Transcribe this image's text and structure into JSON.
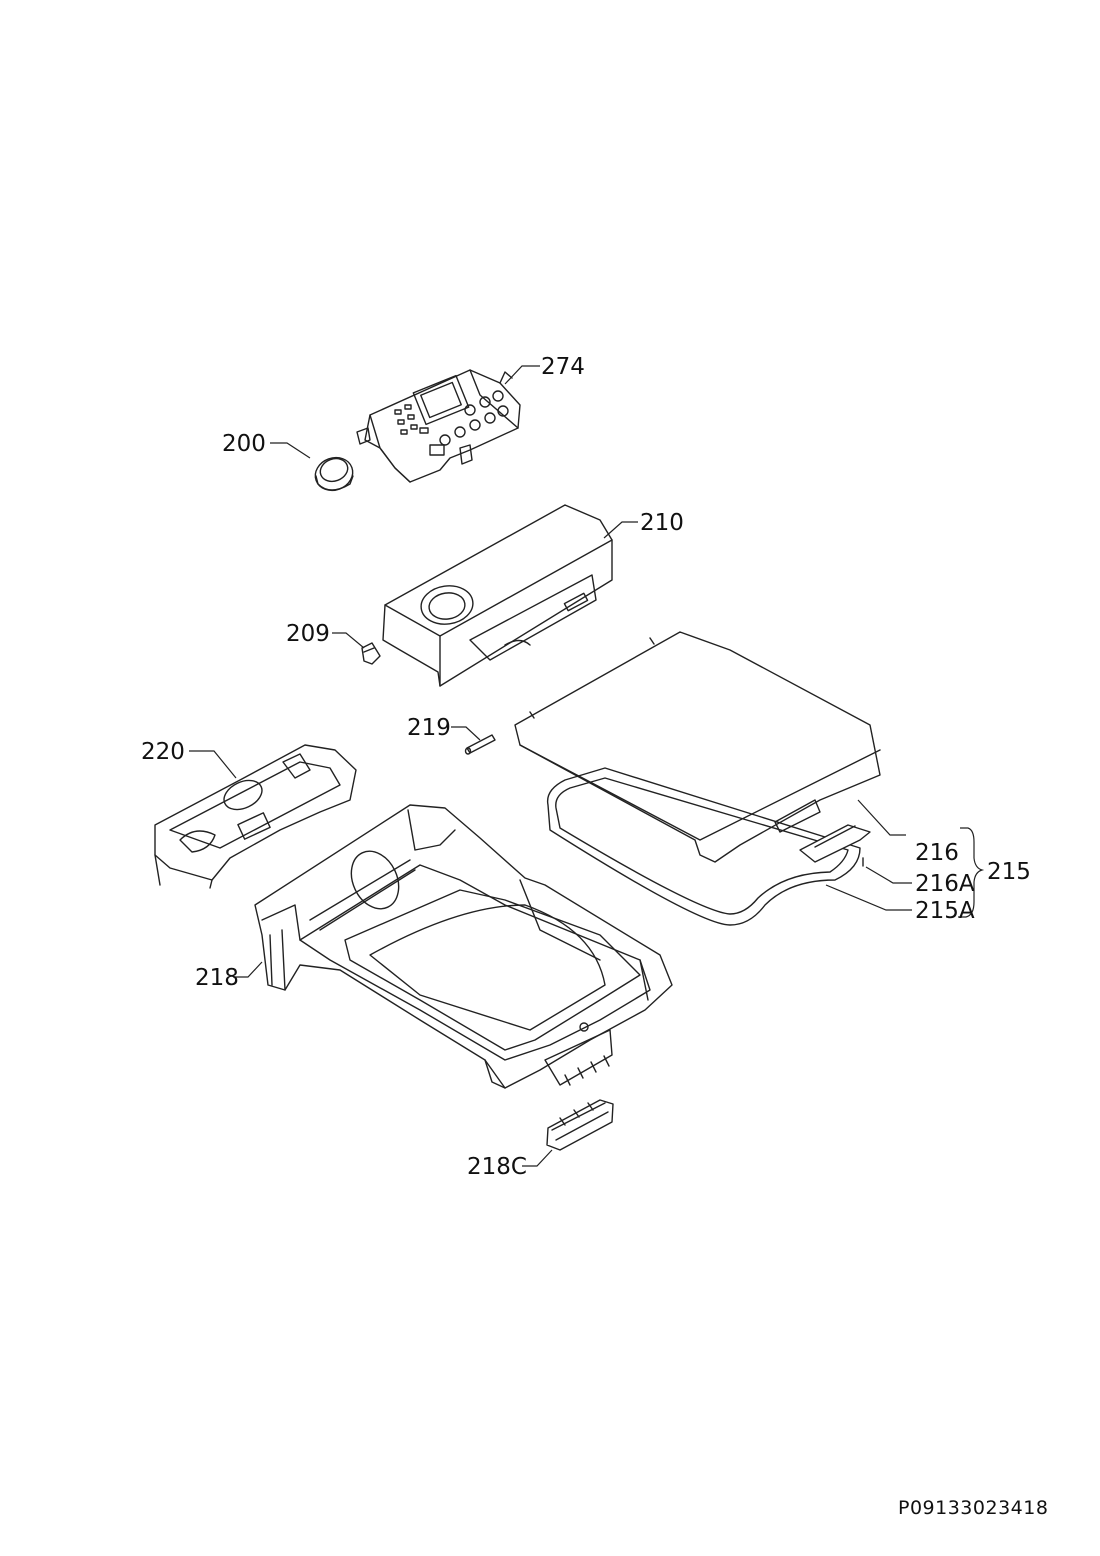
{
  "diagram": {
    "document_id": "P09133023418",
    "callouts": {
      "c274": "274",
      "c200": "200",
      "c210": "210",
      "c209": "209",
      "c219": "219",
      "c220": "220",
      "c216": "216",
      "c216A": "216A",
      "c215A": "215A",
      "c215": "215",
      "c218": "218",
      "c218C": "218C"
    }
  }
}
